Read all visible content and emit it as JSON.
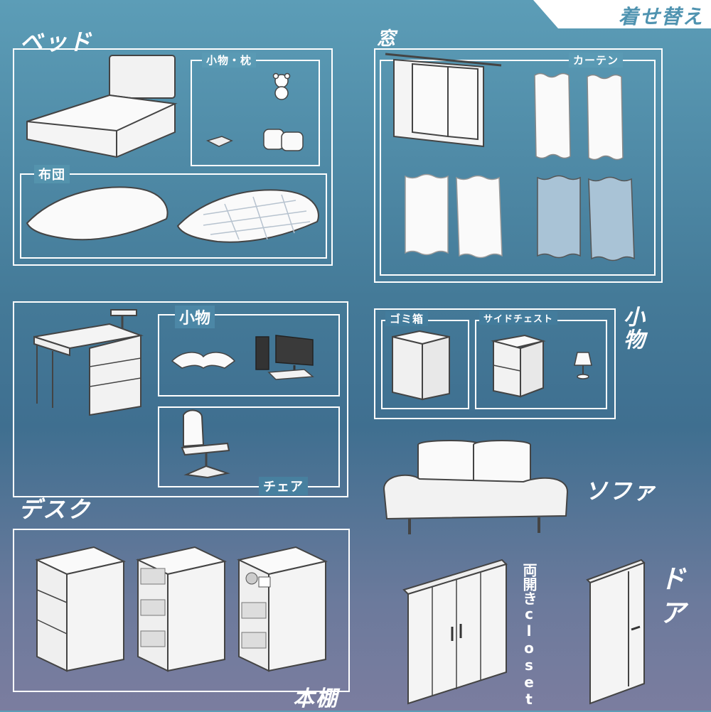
{
  "header": {
    "title": "着せ替え"
  },
  "sections": {
    "bed": {
      "title": "ベッド",
      "small_items": "小物・枕",
      "futon": "布団"
    },
    "window": {
      "title": "窓",
      "curtain": "カーテン"
    },
    "desk": {
      "title": "デスク",
      "small_items": "小物",
      "chair": "チェア"
    },
    "misc": {
      "title": "小物",
      "trash": "ゴミ箱",
      "side_chest": "サイドチェスト"
    },
    "sofa": {
      "title": "ソファ"
    },
    "bookshelf": {
      "title": "本棚"
    },
    "closet": {
      "title": "両開きcloset"
    },
    "door": {
      "title": "ドア"
    }
  },
  "colors": {
    "accent": "#4f93b0",
    "frame": "#ffffff",
    "furniture_fill": "#f2f2f2",
    "furniture_line": "#444444",
    "curtain_blue": "#a9c3d6"
  }
}
